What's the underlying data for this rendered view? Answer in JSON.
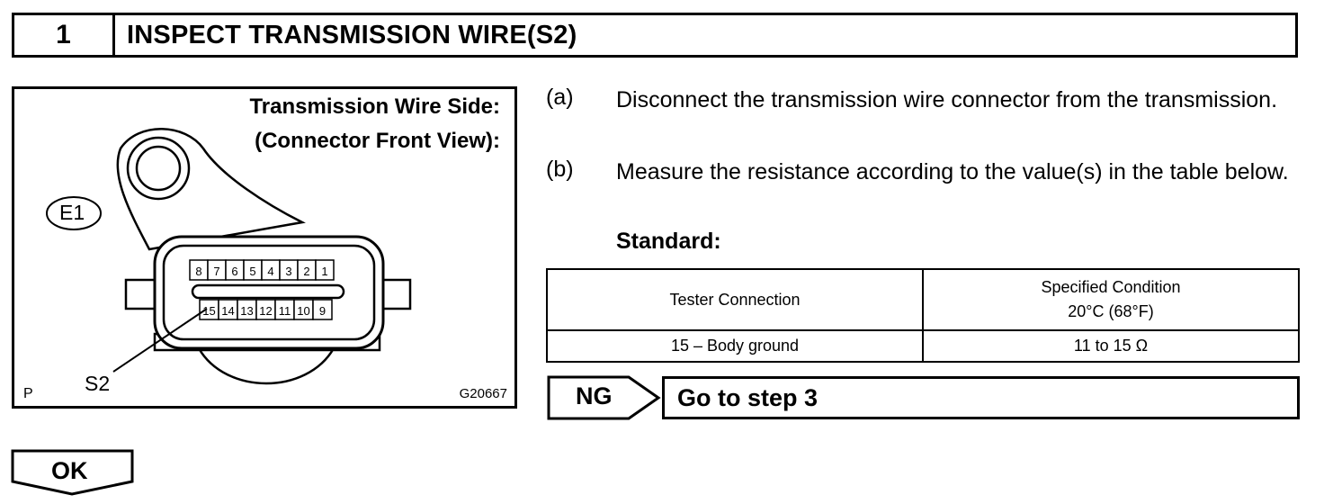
{
  "header": {
    "step_number": "1",
    "title": "INSPECT TRANSMISSION WIRE(S2)"
  },
  "figure": {
    "title_line1": "Transmission Wire Side:",
    "title_line2": "(Connector Front View):",
    "label_e1": "E1",
    "label_s2": "S2",
    "corner_left": "P",
    "figure_code": "G20667",
    "pins_top_row": [
      "8",
      "7",
      "6",
      "5",
      "4",
      "3",
      "2",
      "1"
    ],
    "pins_bottom_row": [
      "15",
      "14",
      "13",
      "12",
      "11",
      "10",
      "9"
    ]
  },
  "steps": [
    {
      "label": "(a)",
      "text": "Disconnect the transmission wire connector from the transmission."
    },
    {
      "label": "(b)",
      "text": "Measure the resistance according to the value(s) in the table below."
    }
  ],
  "standard_label": "Standard:",
  "table": {
    "headers": [
      "Tester Connection",
      "Specified Condition",
      "20°C (68°F)"
    ],
    "rows": [
      [
        "15 – Body ground",
        "11 to 15 Ω"
      ]
    ]
  },
  "ng": {
    "label": "NG",
    "action": "Go to step 3"
  },
  "ok": {
    "label": "OK"
  }
}
